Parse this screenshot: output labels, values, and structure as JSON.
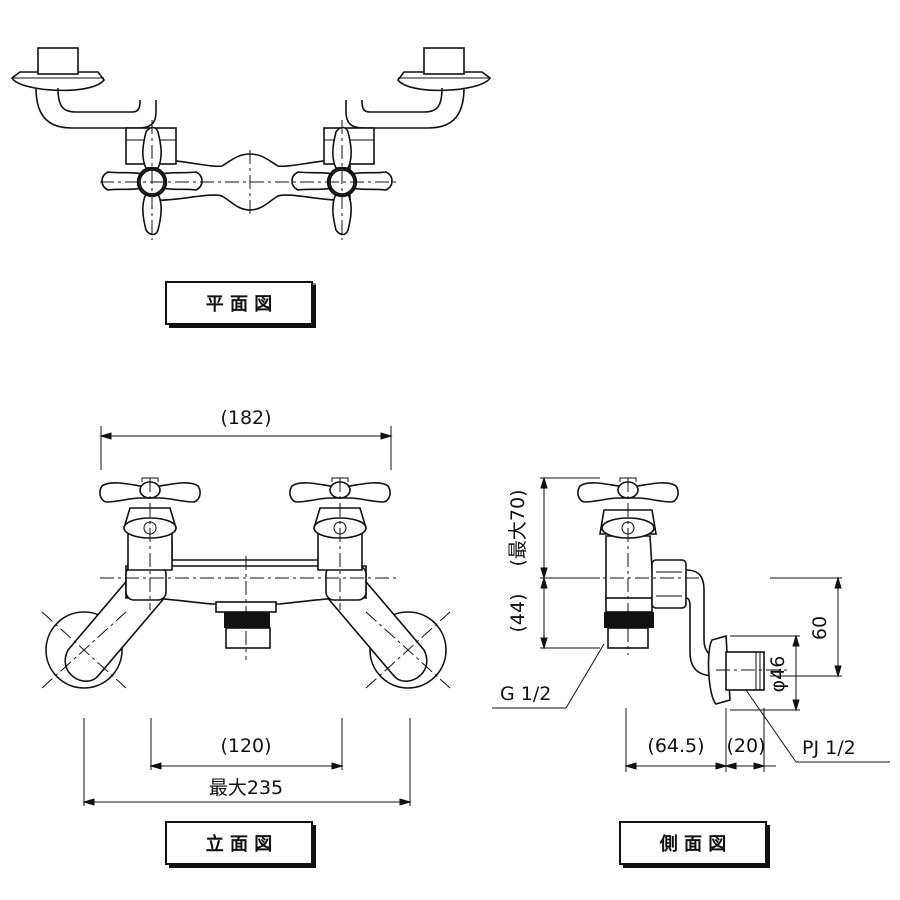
{
  "views": {
    "plan": {
      "title": "平 面 図"
    },
    "front": {
      "title": "立 面 図"
    },
    "side": {
      "title": "側 面 図"
    }
  },
  "dimensions": {
    "front_total_width": "(182)",
    "front_center_distance": "(120)",
    "front_max_width": "最大235",
    "side_height_top": "(最大70)",
    "side_height_bottom": "(44)",
    "side_height_60": "60",
    "side_phi": "φ46",
    "side_depth": "(64.5)",
    "side_nipple": "(20)",
    "thread_outlet": "G 1/2",
    "thread_inlet": "PJ 1/2"
  }
}
